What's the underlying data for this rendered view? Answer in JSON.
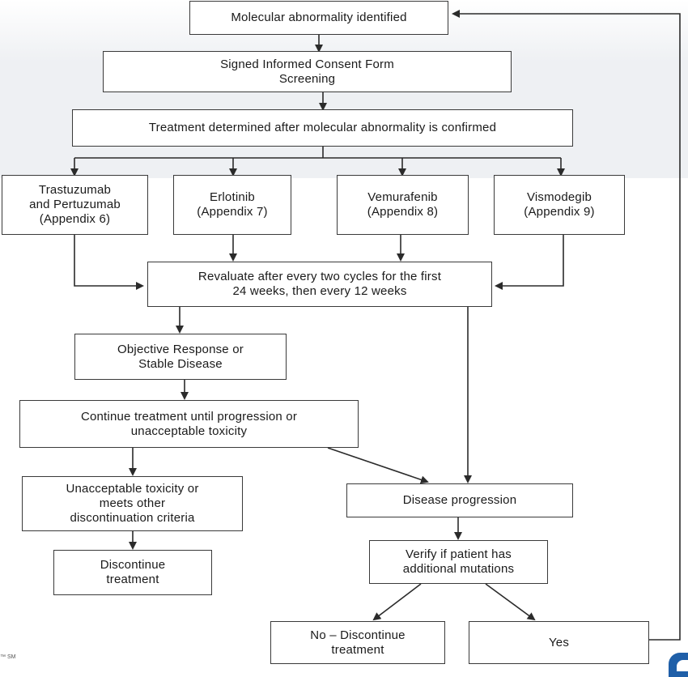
{
  "boxes": {
    "abnormality": "Molecular abnormality identified",
    "consent": "Signed Informed Consent Form\nScreening",
    "treatment_determined": "Treatment determined after molecular abnormality is confirmed",
    "trastuzumab": "Trastuzumab\nand Pertuzumab\n(Appendix 6)",
    "erlotinib": "Erlotinib\n(Appendix 7)",
    "vemurafenib": "Vemurafenib\n(Appendix 8)",
    "vismodegib": "Vismodegib\n(Appendix 9)",
    "revaluate": "Revaluate after every two cycles for the first\n24 weeks, then every 12 weeks",
    "objective_response": "Objective Response or\nStable Disease",
    "continue_treatment": "Continue treatment until progression or\nunacceptable toxicity",
    "unacceptable_toxicity": "Unacceptable toxicity or\nmeets other\ndiscontinuation criteria",
    "discontinue": "Discontinue\ntreatment",
    "disease_progression": "Disease progression",
    "verify_mutations": "Verify if patient has\nadditional mutations",
    "no_discontinue": "No – Discontinue\ntreatment",
    "yes": "Yes"
  },
  "footer": {
    "service_mark": "™ SM"
  },
  "colors": {
    "line": "#2b2b2b",
    "box_border": "#3a3a3a",
    "band": "#eef0f3",
    "logo": "#1f5fa8"
  }
}
